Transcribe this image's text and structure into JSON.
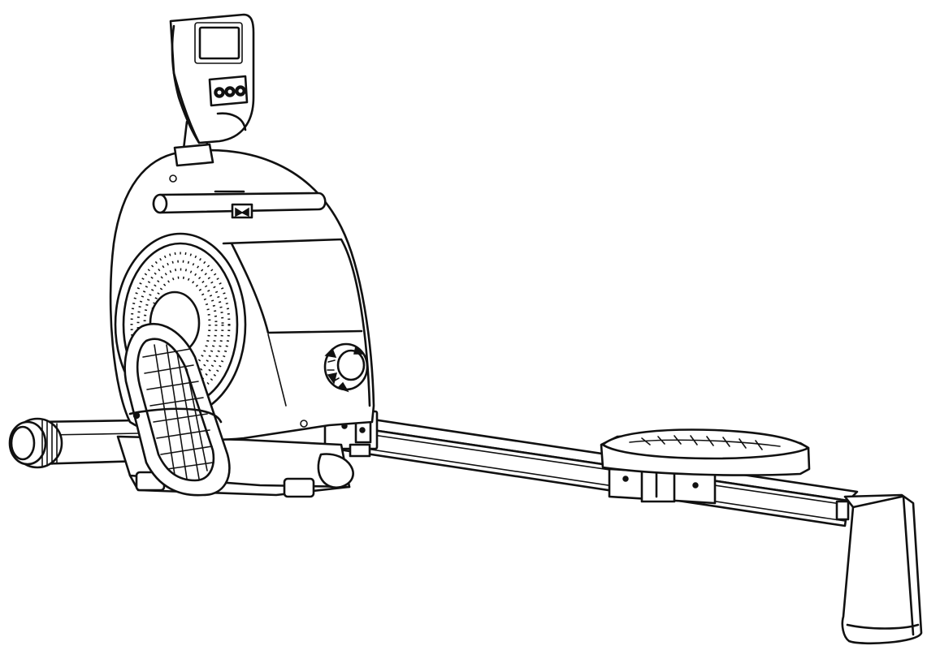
{
  "figure": {
    "subject": "rowing-machine",
    "style": "black line art on white",
    "background_color": "#ffffff",
    "line_color": "#111111",
    "components": [
      "console-monitor",
      "console-neck",
      "front-housing",
      "handlebar",
      "flywheel-cover",
      "foot-pedal",
      "front-stabilizer",
      "resistance-knob",
      "slide-rail",
      "seat",
      "seat-carriage",
      "rear-stabilizer"
    ]
  }
}
